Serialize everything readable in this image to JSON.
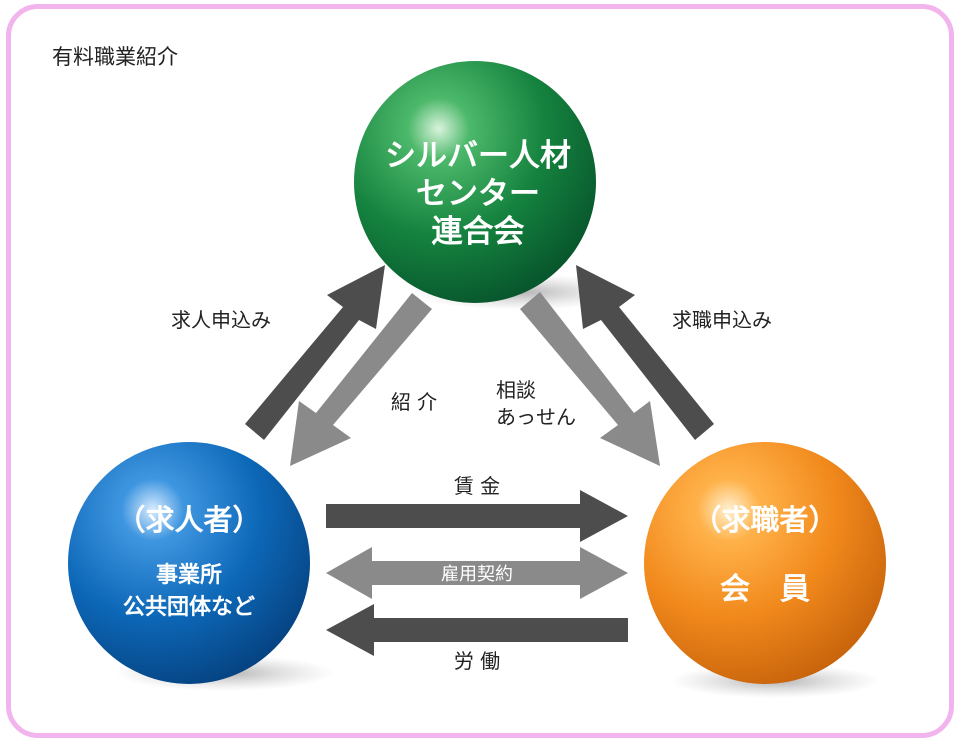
{
  "title": "有料職業紹介",
  "center": {
    "line1": "シルバー人材",
    "line2": "センター",
    "line3": "連合会"
  },
  "employer": {
    "heading": "（求人者）",
    "line1": "事業所",
    "line2": "公共団体など"
  },
  "jobseeker": {
    "heading": "（求職者）",
    "line1": "会　員"
  },
  "arrows": {
    "job_offer": "求人申込み",
    "job_application": "求職申込み",
    "referral": "紹 介",
    "consult_line1": "相談",
    "consult_line2": "あっせん",
    "wage": "賃 金",
    "contract": "雇用契約",
    "labor": "労 働"
  },
  "colors": {
    "frame": "#f2b4ec",
    "green": "#0f7a3a",
    "blue": "#0a63b5",
    "orange": "#f0861a",
    "dark_arrow": "#4d4d4d",
    "light_arrow": "#8a8a8a"
  }
}
